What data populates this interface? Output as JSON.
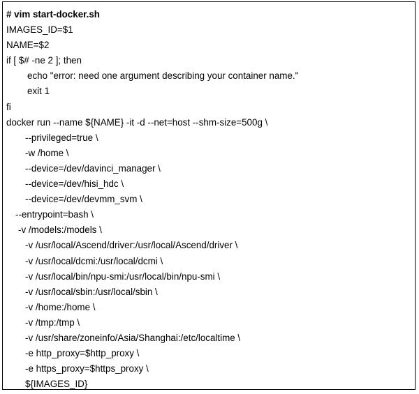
{
  "document": {
    "lines": [
      "# vim start-docker.sh",
      "IMAGES_ID=$1",
      "NAME=$2",
      "if [ $# -ne 2 ]; then",
      "echo \"error: need one argument describing your container name.\"",
      "exit 1",
      "fi",
      "docker run --name ${NAME} -it -d --net=host --shm-size=500g \\",
      "--privileged=true \\",
      "-w /home \\",
      "--device=/dev/davinci_manager \\",
      "--device=/dev/hisi_hdc \\",
      "--device=/dev/devmm_svm \\",
      "--entrypoint=bash \\",
      "-v /models:/models \\",
      "-v /usr/local/Ascend/driver:/usr/local/Ascend/driver \\",
      "-v /usr/local/dcmi:/usr/local/dcmi \\",
      "-v /usr/local/bin/npu-smi:/usr/local/bin/npu-smi \\",
      "-v /usr/local/sbin:/usr/local/sbin \\",
      "-v /home:/home \\",
      "-v /tmp:/tmp \\",
      "-v /usr/share/zoneinfo/Asia/Shanghai:/etc/localtime \\",
      "-e http_proxy=$http_proxy \\",
      "-e https_proxy=$https_proxy \\",
      "${IMAGES_ID}"
    ]
  }
}
